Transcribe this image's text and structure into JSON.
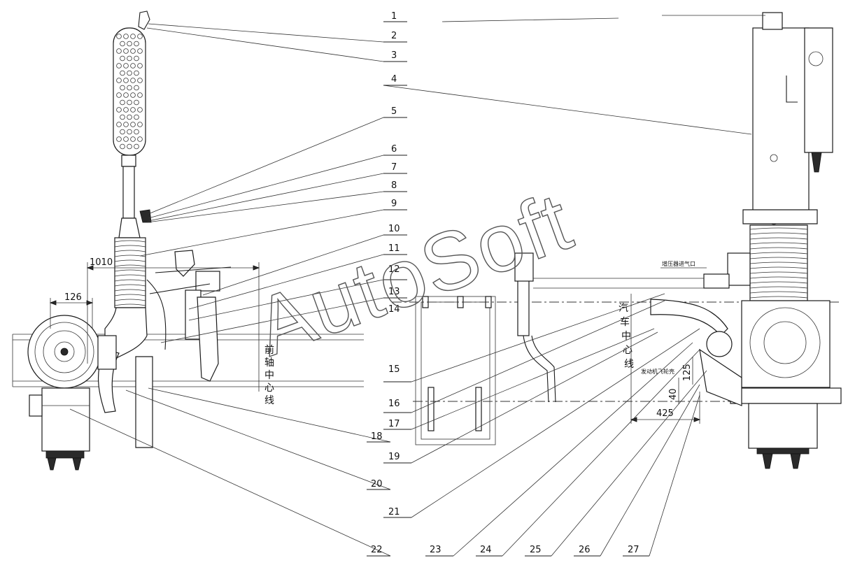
{
  "watermark": "AutoSoft",
  "callouts": [
    "1",
    "2",
    "3",
    "4",
    "5",
    "6",
    "7",
    "8",
    "9",
    "10",
    "11",
    "12",
    "13",
    "14",
    "15",
    "16",
    "17",
    "18",
    "19",
    "20",
    "21",
    "22",
    "23",
    "24",
    "25",
    "26",
    "27"
  ],
  "dimensions": {
    "d1010": "1010",
    "d126": "126",
    "d425": "425",
    "d40": "40",
    "d125": "125"
  },
  "annotations": {
    "front_axle_centerline": [
      "前",
      "轴",
      "中",
      "心",
      "线"
    ],
    "vehicle_centerline": [
      "汽",
      "车",
      "中",
      "心",
      "线"
    ],
    "turbo_inlet": "增压器进气口",
    "small_note": "发动机飞轮壳"
  }
}
